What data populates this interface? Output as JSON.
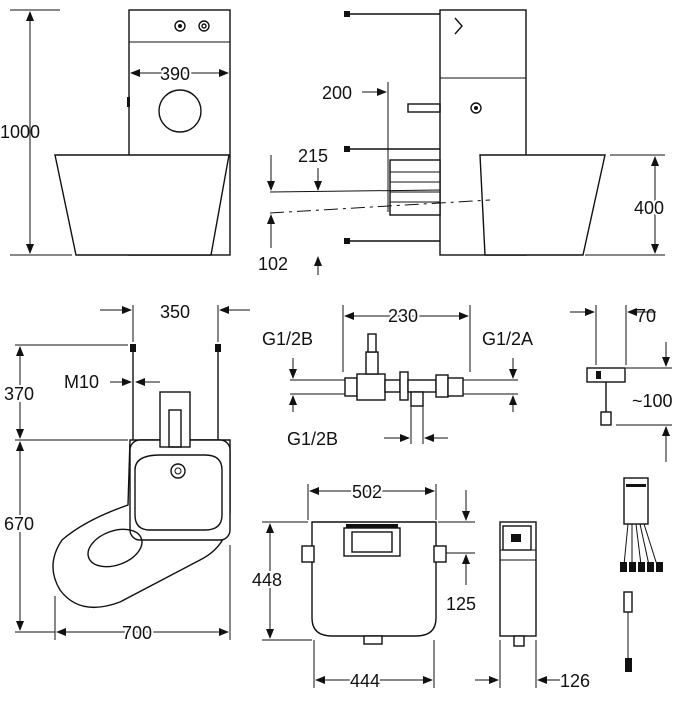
{
  "dimensions": {
    "front_height": "1000",
    "front_panel_width": "390",
    "side_200": "200",
    "side_215": "215",
    "side_102": "102",
    "side_400": "400",
    "top_350": "350",
    "top_370": "370",
    "top_m10": "M10",
    "top_670": "670",
    "top_700": "700",
    "valve_230": "230",
    "valve_g12b_left": "G1/2B",
    "valve_g12a": "G1/2A",
    "valve_g12b_bottom": "G1/2B",
    "sensor_70": "70",
    "sensor_100": "~100",
    "box_502": "502",
    "box_448": "448",
    "box_125": "125",
    "box_444": "444",
    "box_126": "126"
  },
  "colors": {
    "line": "#111111",
    "background": "#ffffff"
  }
}
